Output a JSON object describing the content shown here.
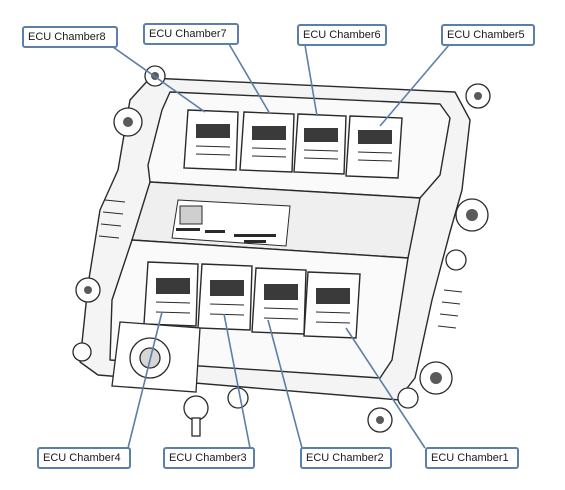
{
  "callouts": {
    "chamber8": "ECU Chamber8",
    "chamber7": "ECU Chamber7",
    "chamber6": "ECU Chamber6",
    "chamber5": "ECU Chamber5",
    "chamber4": "ECU Chamber4",
    "chamber3": "ECU Chamber3",
    "chamber2": "ECU Chamber2",
    "chamber1": "ECU Chamber1"
  },
  "colors": {
    "callout_border": "#5b7fa8",
    "leader_line": "#5b7fa8",
    "outline": "#2a2a2a",
    "body_fill": "#f4f4f4"
  }
}
